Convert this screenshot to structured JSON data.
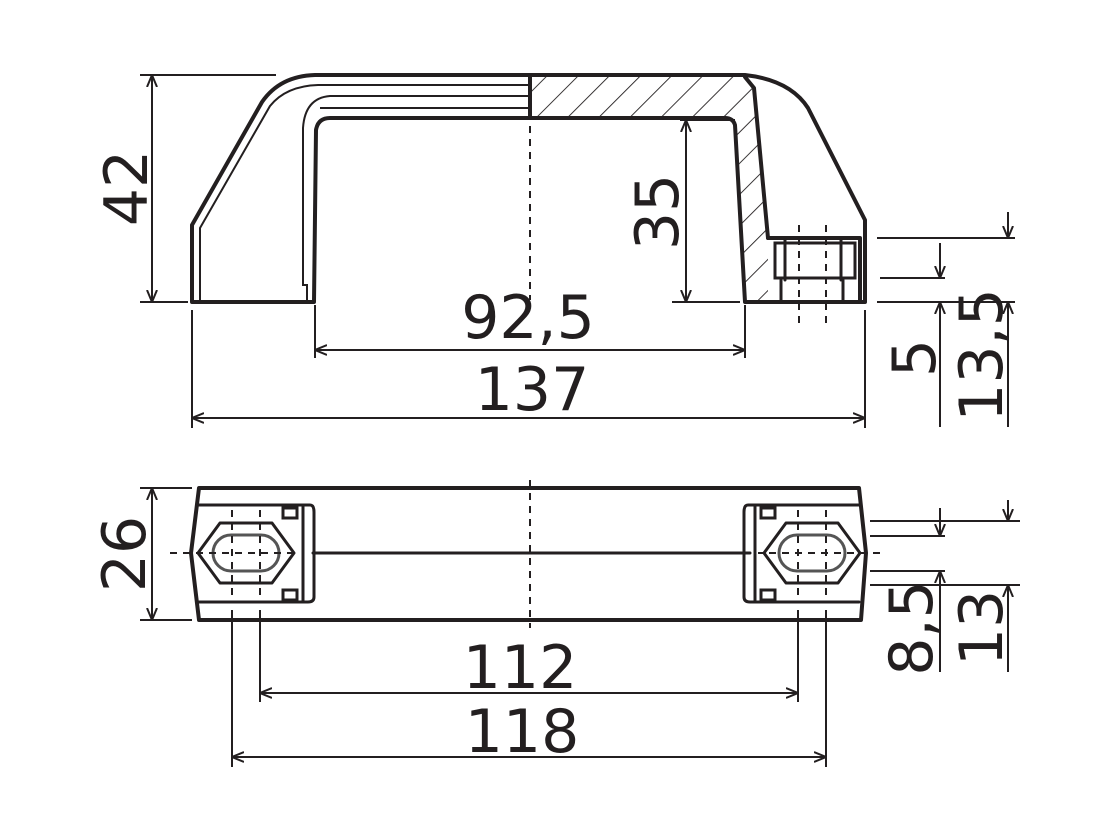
{
  "drawing": {
    "side_view": {
      "dimensions": {
        "overall_height": "42",
        "inner_height": "35",
        "inner_width": "92,5",
        "overall_length": "137",
        "insert_offset": "5",
        "insert_height": "13,5"
      }
    },
    "top_view": {
      "dimensions": {
        "width": "26",
        "hole_spacing_inner": "112",
        "hole_spacing_outer": "118",
        "slot_width": "8,5",
        "hex_width": "13"
      }
    },
    "line_color": "#231f20"
  }
}
